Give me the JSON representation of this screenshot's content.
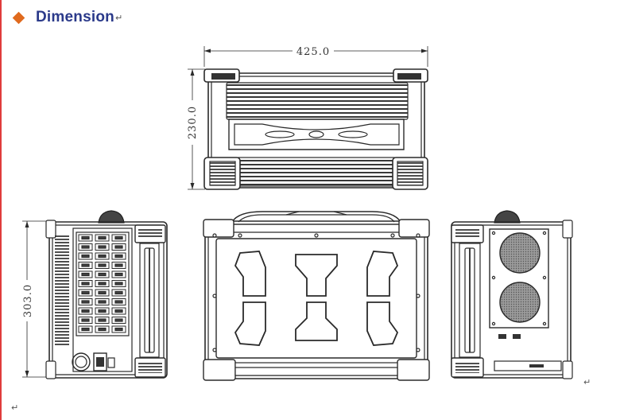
{
  "heading": {
    "title": "Dimension",
    "return_mark": "↵"
  },
  "dimensions": {
    "width": "425.0",
    "depth": "230.0",
    "height": "303.0"
  },
  "colors": {
    "heading": "#2b3a8a",
    "bullet": "#e06a1e",
    "rule": "#e03c3c",
    "line": "#2a2a2a"
  },
  "icons": {
    "bullet": "diamond-bullet-icon",
    "return": "paragraph-return-icon"
  }
}
